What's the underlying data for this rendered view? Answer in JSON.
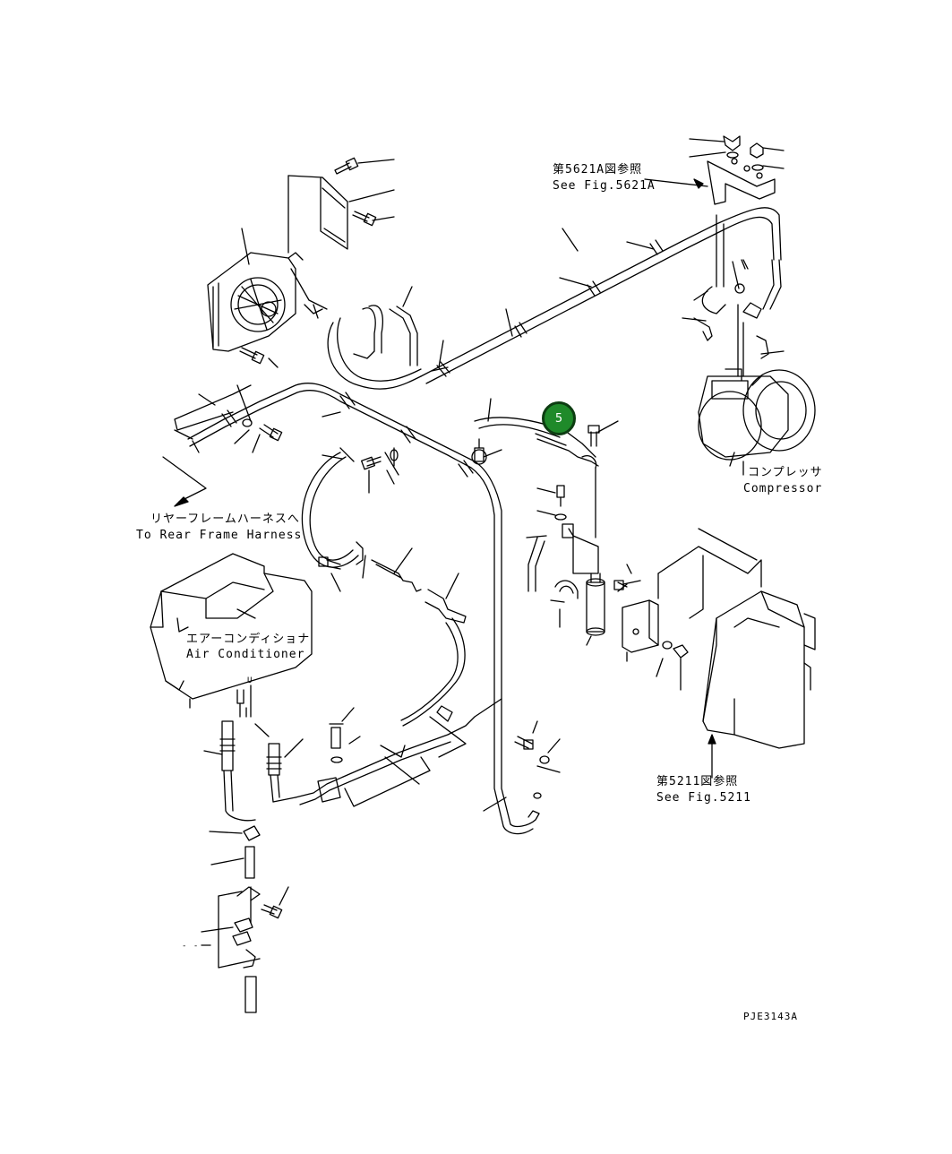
{
  "labels": {
    "see_5621a_jp": "第5621A図参照",
    "see_5621a_en": "See Fig.5621A",
    "compressor_jp": "コンプレッサ",
    "compressor_en": "Compressor",
    "rear_harness_jp": "リヤーフレームハーネスへ",
    "rear_harness_en": "To Rear Frame Harness",
    "aircon_jp": "エアーコンディショナ",
    "aircon_en": "Air Conditioner",
    "see_5211_jp": "第5211図参照",
    "see_5211_en": "See Fig.5211",
    "drawing_code": "PJE3143A",
    "small_mark": "U",
    "small_mark2": "- -"
  },
  "callout": {
    "number": "5",
    "color": "#1f8a2a"
  }
}
